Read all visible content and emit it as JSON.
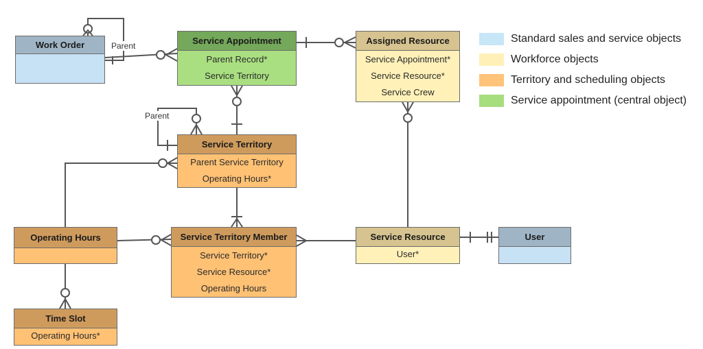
{
  "colors": {
    "standard": {
      "header": "#9fb5c6",
      "body": "#c7e1f5"
    },
    "workforce": {
      "header": "#d6c38f",
      "body": "#fff1b8"
    },
    "territory": {
      "header": "#cf9b5d",
      "body": "#ffc174"
    },
    "central": {
      "header": "#74a85a",
      "body": "#a9df80"
    },
    "legend_standard": "#c7e6f7",
    "legend_workforce": "#fff0b8",
    "legend_territory": "#ffc37a",
    "legend_central": "#a6dd7d"
  },
  "entities": {
    "work_order": {
      "title": "Work Order",
      "fields": []
    },
    "service_appointment": {
      "title": "Service Appointment",
      "fields": [
        "Parent Record*",
        "Service Territory"
      ]
    },
    "assigned_resource": {
      "title": "Assigned Resource",
      "fields": [
        "Service Appointment*",
        "Service Resource*",
        "Service Crew"
      ]
    },
    "service_territory": {
      "title": "Service Territory",
      "fields": [
        "Parent Service Territory",
        "Operating Hours*"
      ]
    },
    "operating_hours": {
      "title": "Operating Hours",
      "fields": []
    },
    "service_territory_member": {
      "title": "Service Territory Member",
      "fields": [
        "Service Territory*",
        "Service Resource*",
        "Operating Hours"
      ]
    },
    "service_resource": {
      "title": "Service Resource",
      "fields": [
        "User*"
      ]
    },
    "user": {
      "title": "User",
      "fields": []
    },
    "time_slot": {
      "title": "Time Slot",
      "fields": [
        "Operating Hours*"
      ]
    }
  },
  "relationship_labels": {
    "work_order_parent": "Parent",
    "service_territory_parent": "Parent"
  },
  "legend": [
    {
      "label": "Standard sales and service objects",
      "color_key": "legend_standard"
    },
    {
      "label": "Workforce objects",
      "color_key": "legend_workforce"
    },
    {
      "label": "Territory and scheduling objects",
      "color_key": "legend_territory"
    },
    {
      "label": "Service appointment (central object)",
      "color_key": "legend_central"
    }
  ]
}
